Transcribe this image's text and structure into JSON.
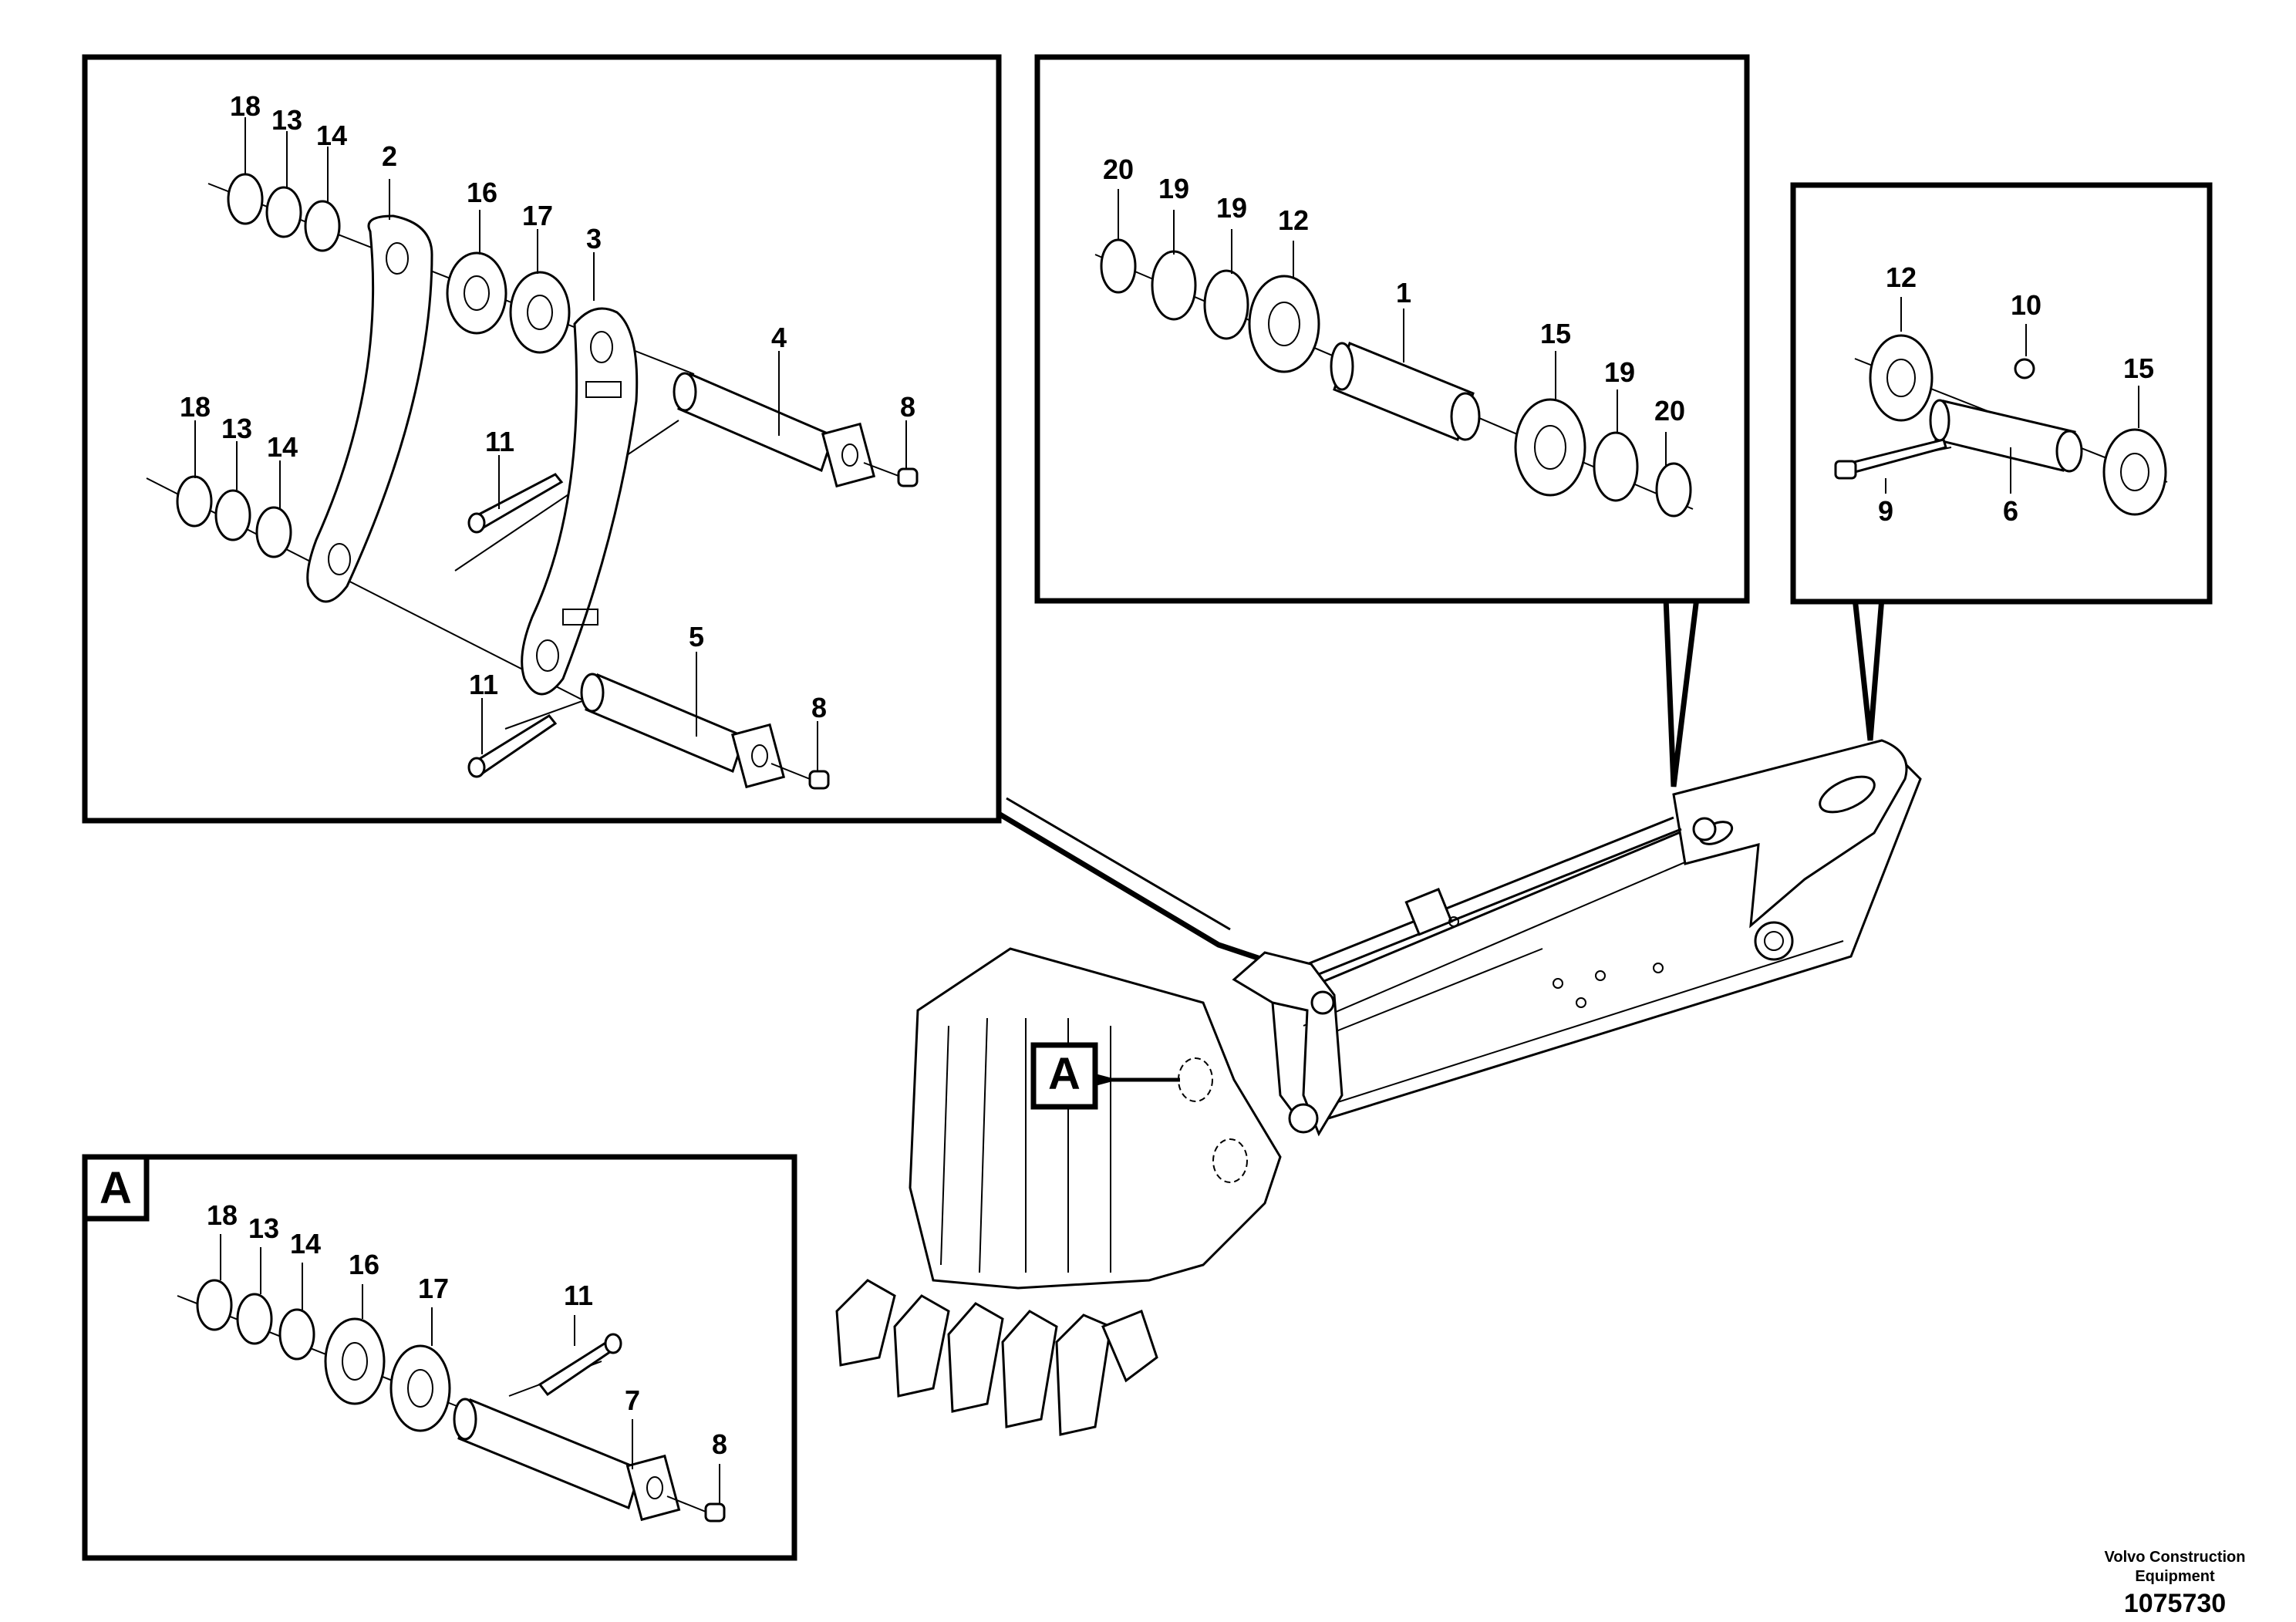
{
  "labels": {
    "box1": {
      "ring_18_top": "18",
      "ring_13_top": "13",
      "ring_14_top": "14",
      "link_2": "2",
      "washer_16": "16",
      "washer_17": "17",
      "link_3": "3",
      "pin_4": "4",
      "bolt_8_top": "8",
      "cotter_11_top": "11",
      "ring_18_bot": "18",
      "ring_13_bot": "13",
      "ring_14_bot": "14",
      "pin_5": "5",
      "cotter_11_bot": "11",
      "bolt_8_bot": "8"
    },
    "box2": {
      "ring_20_left": "20",
      "ring_19_a": "19",
      "ring_19_b": "19",
      "washer_12": "12",
      "pin_1": "1",
      "washer_15": "15",
      "ring_19_right": "19",
      "ring_20_right": "20"
    },
    "box3": {
      "washer_12": "12",
      "nut_10": "10",
      "washer_15": "15",
      "bolt_9": "9",
      "pin_6": "6"
    },
    "boxA": {
      "tag": "A",
      "ring_18": "18",
      "ring_13": "13",
      "ring_14": "14",
      "washer_16": "16",
      "washer_17": "17",
      "cotter_11": "11",
      "pin_7": "7",
      "bolt_8": "8"
    },
    "callout_A": "A"
  },
  "footer": {
    "company_line1": "Volvo Construction",
    "company_line2": "Equipment",
    "drawing_number": "1075730"
  }
}
